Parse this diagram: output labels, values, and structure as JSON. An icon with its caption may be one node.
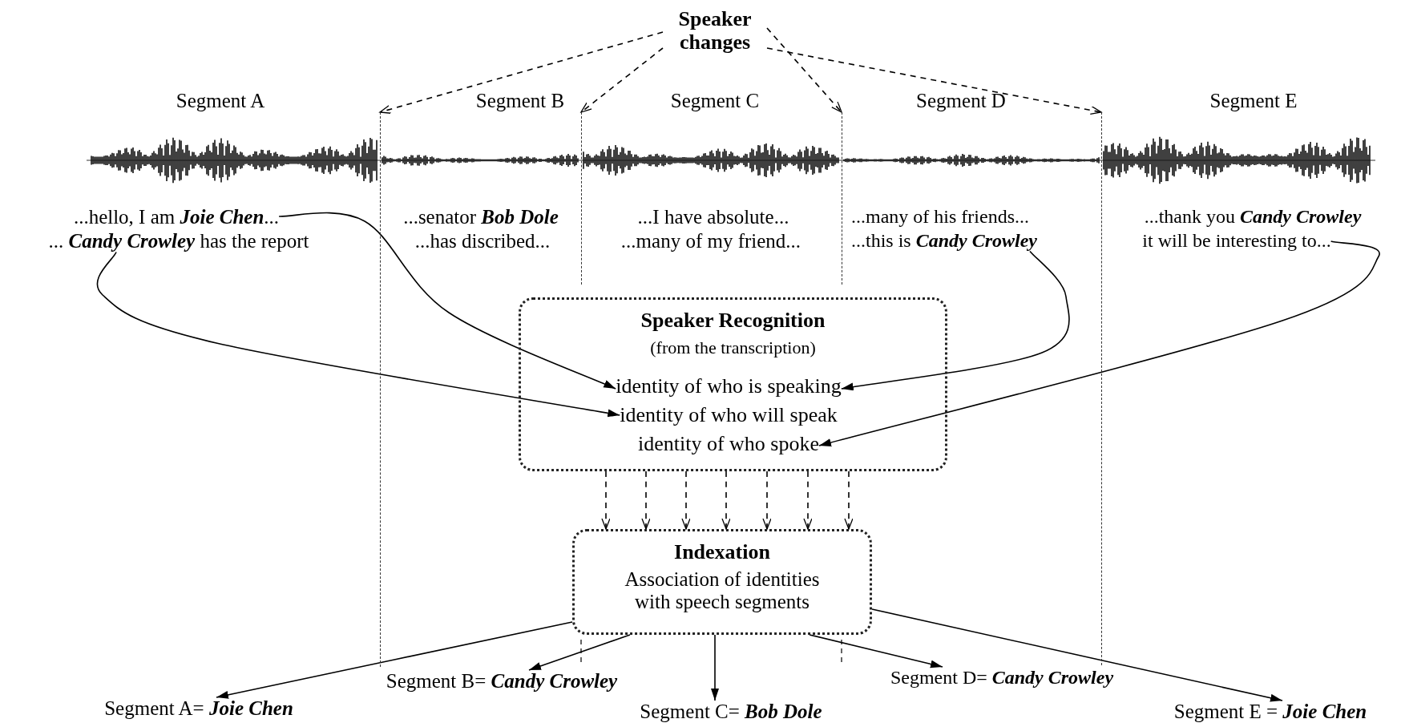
{
  "diagram": {
    "nodes": [
      {
        "text": [
          "Speaker changes"
        ]
      },
      {
        "text": [],
        "shape": "bar"
      },
      {
        "text": [],
        "shape": "bar"
      },
      {
        "text": [],
        "shape": "bar"
      },
      {
        "text": [],
        "shape": "bar"
      },
      {
        "text": [
          "...hello, I am **Joie Chen**..."
        ]
      },
      {
        "text": [
          "... **Candy Crowley** has the report"
        ]
      },
      {
        "text": [
          "...senator **Bob Dole**"
        ]
      },
      {
        "text": [
          "...has discribed..."
        ]
      },
      {
        "text": [
          "...I have absolute..."
        ]
      },
      {
        "text": [
          "...many of my friend..."
        ]
      },
      {
        "text": [
          "...many of his friends..."
        ]
      },
      {
        "text": [
          "...this is **Candy Crowley**"
        ]
      },
      {
        "text": [
          "...thank you **Candy Crowley**"
        ]
      },
      {
        "text": [
          "it will be interesting to..."
        ]
      },
      {
        "text": [
          "Speaker Recognition",
          "(from the transcription)"
        ]
      },
      {
        "text": [
          "identity of who is speaking"
        ],
        "in": 15
      },
      {
        "text": [
          "identity of who will speak"
        ],
        "in": 15
      },
      {
        "text": [
          "identity of who spoke"
        ],
        "in": 15
      },
      {
        "text": [
          "Indexation",
          "Association of identities with speech segments"
        ]
      },
      {
        "text": [
          "Segment A= **Joie Chen**"
        ]
      },
      {
        "text": [
          "Segment B= **Candy Crowley**"
        ]
      },
      {
        "text": [
          "Segment C= **Bob Dole**"
        ]
      },
      {
        "text": [
          "Segment D= **Candy Crowley**"
        ]
      },
      {
        "text": [
          "Segment E = **Joie Chen**"
        ]
      }
    ],
    "edges": [
      {
        "from": 0,
        "to": 1,
        "arrow": "to",
        "style": "dashed"
      },
      {
        "from": 0,
        "to": 2,
        "arrow": "to",
        "style": "dashed"
      },
      {
        "from": 0,
        "to": 3,
        "arrow": "to",
        "style": "dashed"
      },
      {
        "from": 0,
        "to": 4,
        "arrow": "to",
        "style": "dashed"
      },
      {
        "from": 5,
        "to": 16,
        "arrow": "to"
      },
      {
        "from": 6,
        "to": 17,
        "arrow": "to"
      },
      {
        "from": 12,
        "to": 16,
        "arrow": "to"
      },
      {
        "from": 14,
        "to": 18,
        "arrow": "to"
      },
      {
        "from": 15,
        "to": 19,
        "arrow": "to",
        "style": "dashed"
      },
      {
        "from": 15,
        "to": 19,
        "arrow": "to",
        "style": "dashed"
      },
      {
        "from": 15,
        "to": 19,
        "arrow": "to",
        "style": "dashed"
      },
      {
        "from": 15,
        "to": 19,
        "arrow": "to",
        "style": "dashed"
      },
      {
        "from": 15,
        "to": 19,
        "arrow": "to",
        "style": "dashed"
      },
      {
        "from": 15,
        "to": 19,
        "arrow": "to",
        "style": "dashed"
      },
      {
        "from": 15,
        "to": 19,
        "arrow": "to",
        "style": "dashed"
      },
      {
        "from": 19,
        "to": 20,
        "arrow": "to"
      },
      {
        "from": 19,
        "to": 21,
        "arrow": "to"
      },
      {
        "from": 19,
        "to": 22,
        "arrow": "to"
      },
      {
        "from": 19,
        "to": 23,
        "arrow": "to"
      },
      {
        "from": 19,
        "to": 24,
        "arrow": "to"
      }
    ],
    "labels": [
      "Segment A",
      "Segment B",
      "Segment C",
      "Segment D",
      "Segment E"
    ]
  }
}
